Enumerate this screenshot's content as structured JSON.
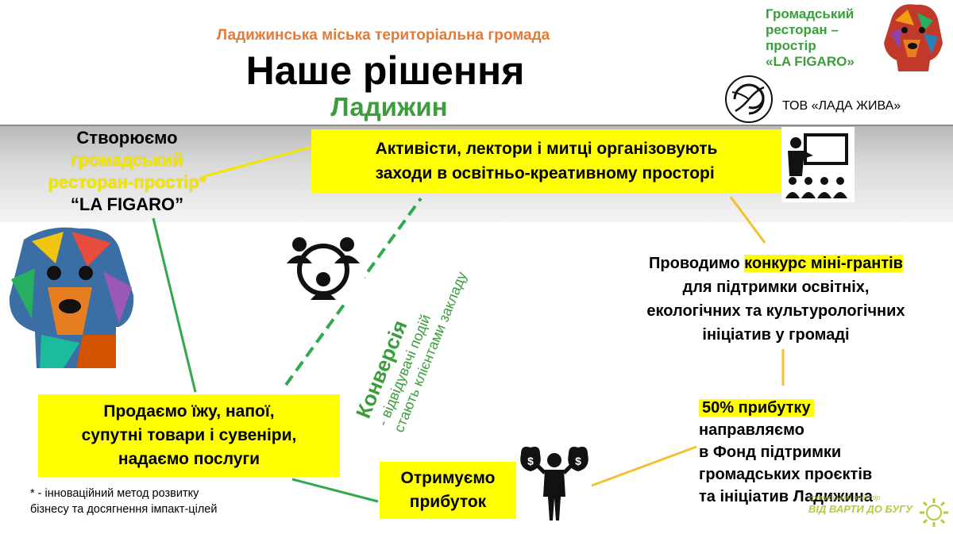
{
  "header": {
    "community": "Ладижинська міська територіальна громада",
    "title": "Наше рішення",
    "town": "Ладижин"
  },
  "brand": {
    "line1": "Громадський",
    "line2": "ресторан –",
    "line3": "простір",
    "line4": "«LA FIGARO»",
    "company": "ТОВ «ЛАДА ЖИВА»"
  },
  "create": {
    "line1": "Створюємо",
    "line2": "громадський",
    "line3": "ресторан-простір*",
    "line4": "“LA FIGARO”"
  },
  "activists": {
    "line1": "Активісти, лектори і митці організовують",
    "line2": "заходи в освітньо-креативному просторі"
  },
  "conversion": {
    "title": "Конверсія",
    "line1": "- відвідувачі подій",
    "line2": "стають клієнтами закладу"
  },
  "contest": {
    "pre": "Проводимо ",
    "highlight": "конкурс міні-грантів",
    "line2": "для підтримки освітніх,",
    "line3": "екологічних та культурологічних",
    "line4": "ініціатив у громаді"
  },
  "sell": {
    "line1": "Продаємо їжу, напої,",
    "line2": "супутні товари і сувеніри,",
    "line3": "надаємо послуги"
  },
  "profit": {
    "line1": "Отримуємо",
    "line2": "прибуток"
  },
  "fifty": {
    "highlight": "50% прибутку",
    "line2": "направляємо",
    "line3": "в Фонд підтримки",
    "line4": "громадських проєктів",
    "line5": "та ініціатив Ладижина"
  },
  "footnote": {
    "line1": "* -  інноваційний метод розвитку",
    "line2": "бізнесу та досягнення імпакт-цілей"
  },
  "watermark": {
    "small": "громадський простір",
    "text": "ВІД ВАРТИ ДО БУГУ"
  },
  "icons": {
    "dog": "dog-mosaic-icon",
    "logo": "swirl-logo-icon",
    "teacher": "teacher-presentation-icon",
    "network": "people-network-icon",
    "money": "businessman-moneybags-icon",
    "sun": "sun-logo-icon"
  },
  "colors": {
    "yellow": "#ffff00",
    "green": "#3c9d3c",
    "orange": "#e07b39",
    "connector_yellow": "#f2c12e"
  }
}
